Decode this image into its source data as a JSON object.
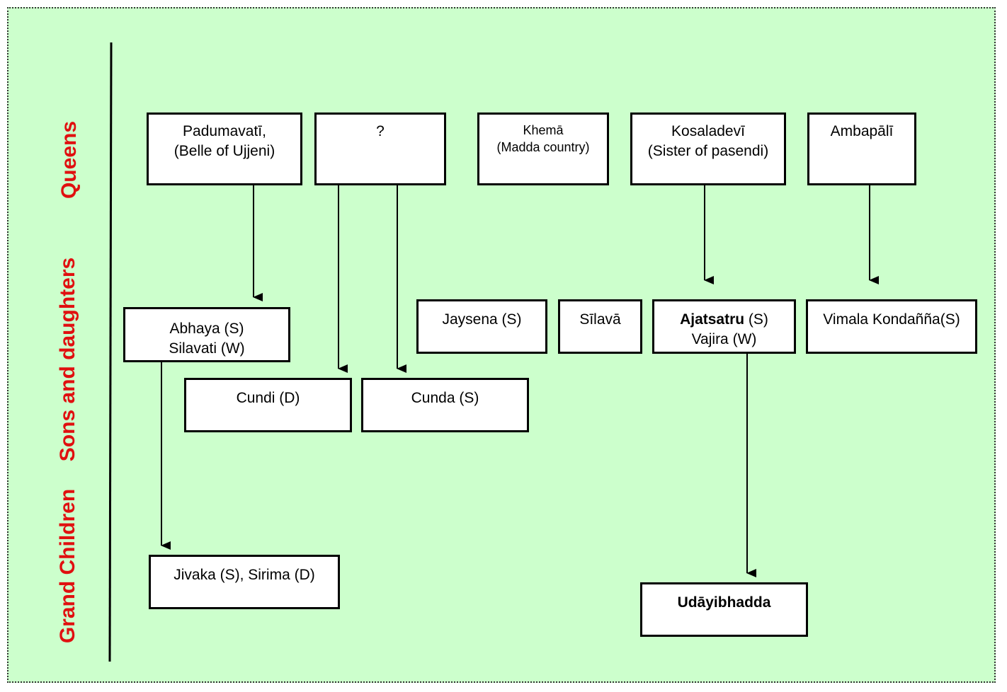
{
  "row_labels": {
    "queens": "Queens",
    "sons": "Sons and daughters",
    "grandchildren": "Grand Children"
  },
  "queens": {
    "padumavati": {
      "line1": "Padumavatī,",
      "line2": "(Belle of Ujjeni)"
    },
    "unknown": {
      "line1": "?"
    },
    "khema": {
      "line1": "Khemā",
      "line2": "(Madda country)"
    },
    "kosaladevi": {
      "line1": "Kosaladevī",
      "line2": "(Sister of pasendi)"
    },
    "ambapali": {
      "line1": "Ambapālī"
    }
  },
  "children": {
    "abhaya": {
      "line1": "Abhaya (S)",
      "line2": "Silavati (W)"
    },
    "jaysena": {
      "line1": "Jaysena (S)"
    },
    "silava": {
      "line1": "Sīlavā"
    },
    "ajatsatru": {
      "name": "Ajatsatru",
      "suffix": " (S)",
      "line2": "Vajira (W)"
    },
    "vimala": {
      "line1": "Vimala Kondañña(S)"
    },
    "cundi": {
      "line1": "Cundi (D)"
    },
    "cunda": {
      "line1": "Cunda (S)"
    }
  },
  "grandchildren": {
    "jivaka": {
      "line1": "Jivaka (S), Sirima (D)"
    },
    "udayibhadda": {
      "line1": "Udāyibhadda"
    }
  },
  "colors": {
    "background": "#ccffcc",
    "label": "#e01010",
    "box_border": "#000000"
  }
}
